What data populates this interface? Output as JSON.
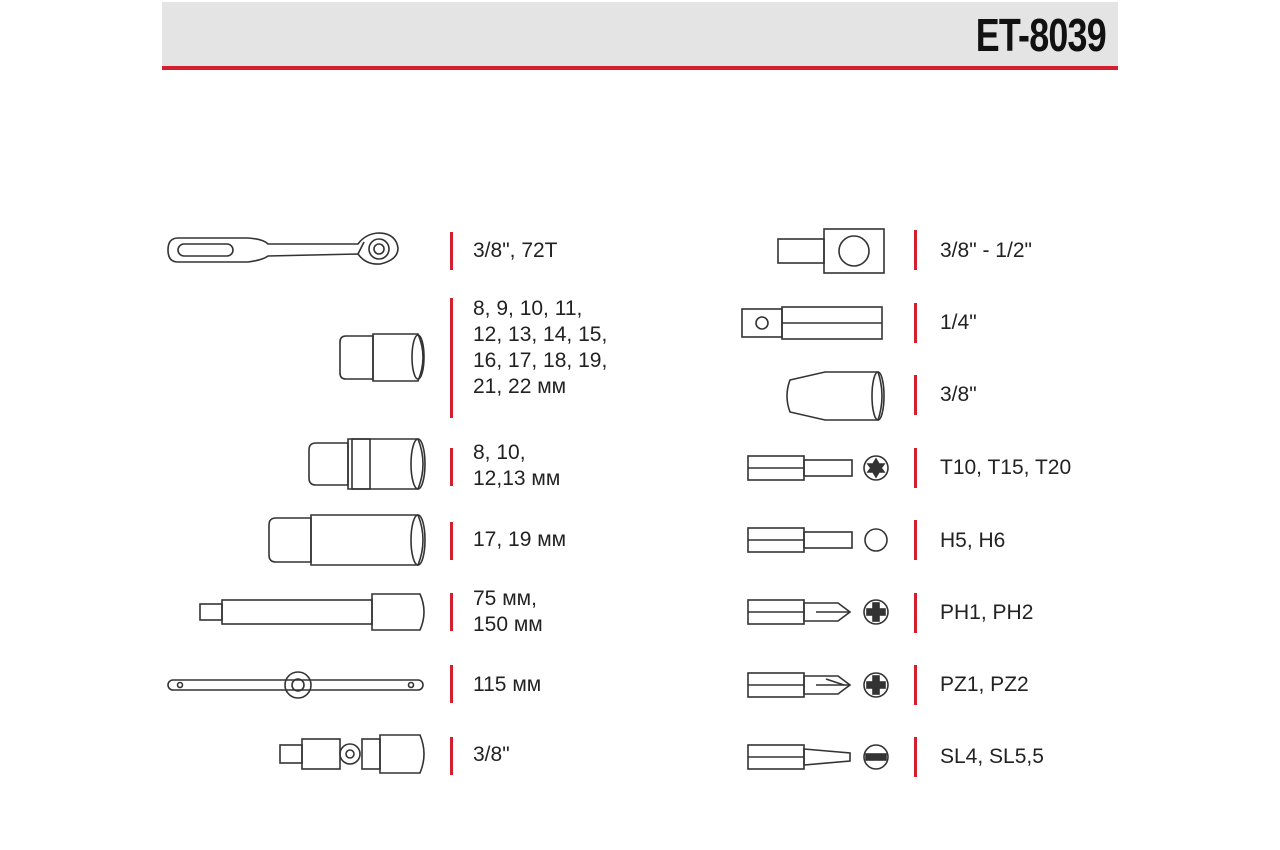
{
  "header": {
    "model": "ET-8039",
    "accent_color": "#d4202e"
  },
  "left_items": [
    {
      "icon": "ratchet-icon",
      "label": "3/8\", 72T"
    },
    {
      "icon": "socket-icon",
      "label": "8, 9, 10, 11,\n12, 13, 14, 15,\n16, 17, 18, 19,\n21, 22 мм"
    },
    {
      "icon": "medium-socket-icon",
      "label": "8, 10,\n12,13 мм"
    },
    {
      "icon": "deep-socket-icon",
      "label": "17, 19 мм"
    },
    {
      "icon": "extension-bar-icon",
      "label": "75 мм,\n150 мм"
    },
    {
      "icon": "t-handle-bar-icon",
      "label": "115 мм"
    },
    {
      "icon": "universal-joint-icon",
      "label": "3/8\""
    }
  ],
  "right_items": [
    {
      "icon": "adapter-icon",
      "label": "3/8\" - 1/2\""
    },
    {
      "icon": "bit-adapter-icon",
      "label": "1/4\""
    },
    {
      "icon": "bit-holder-socket-icon",
      "label": "3/8\""
    },
    {
      "icon": "torx-bit-icon",
      "label": "T10, T15, T20"
    },
    {
      "icon": "hex-bit-icon",
      "label": "H5, H6"
    },
    {
      "icon": "phillips-bit-icon",
      "label": "PH1, PH2"
    },
    {
      "icon": "pozidriv-bit-icon",
      "label": "PZ1, PZ2"
    },
    {
      "icon": "slotted-bit-icon",
      "label": "SL4, SL5,5"
    }
  ]
}
